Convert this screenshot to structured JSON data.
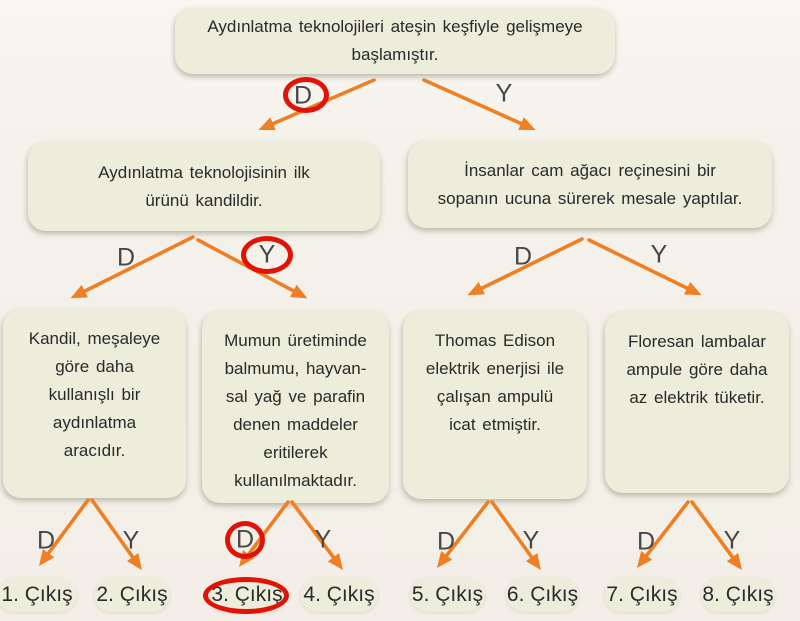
{
  "colors": {
    "background": "#f4f1ea",
    "box_fill": "#ecedda",
    "arrow_orange": "#ef7f22",
    "annotation_red": "#e11307",
    "text": "#2a2a2a"
  },
  "nodes": {
    "root": {
      "text": "Aydınlatma teknolojileri ateşin keşfiyle gelişmeye\nbaşlamıştır.",
      "left": "D",
      "right": "Y"
    },
    "l2_left": {
      "text": "Aydınlatma teknolojisinin ilk\nürünü kandildir.",
      "left": "D",
      "right": "Y"
    },
    "l2_right": {
      "text": "İnsanlar cam ağacı reçinesini bir\nsopanın ucuna sürerek mesale yaptılar.",
      "left": "D",
      "right": "Y"
    },
    "l3_1": {
      "text": "Kandil, meşaleye\ngöre daha\nkullanışlı bir\naydınlatma\naracıdır.",
      "left": "D",
      "right": "Y"
    },
    "l3_2": {
      "text": "Mumun üretiminde\nbalmumu, hayvan-\nsal yağ ve parafin\ndenen maddeler\neritilerek\nkullanılmaktadır.",
      "left": "D",
      "right": "Y"
    },
    "l3_3": {
      "text": "Thomas Edison\nelektrik enerjisi ile\nçalışan ampulü\nicat etmiştir.",
      "left": "D",
      "right": "Y"
    },
    "l3_4": {
      "text": "Floresan lambalar\nampule göre daha\naz elektrik tüketir.",
      "left": "D",
      "right": "Y"
    }
  },
  "exits": [
    "1. Çıkış",
    "2. Çıkış",
    "3. Çıkış",
    "4. Çıkış",
    "5. Çıkış",
    "6. Çıkış",
    "7. Çıkış",
    "8. Çıkış"
  ],
  "annotations": {
    "circled": [
      "nodes.root.left",
      "nodes.l2_left.right",
      "nodes.l3_2.left",
      "exits.2"
    ]
  }
}
